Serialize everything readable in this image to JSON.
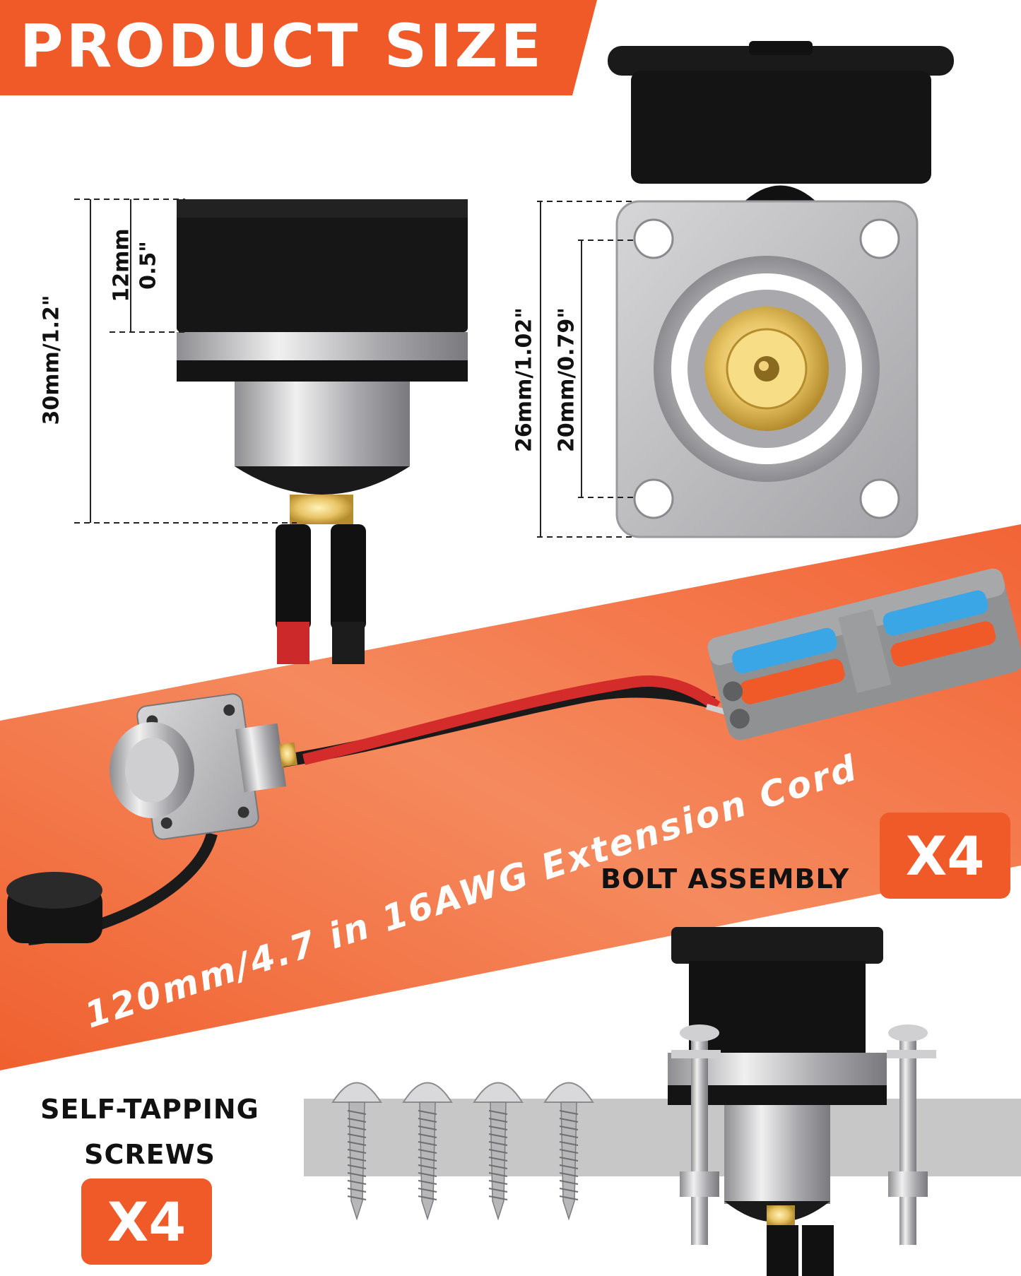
{
  "header": {
    "title": "PRODUCT SIZE"
  },
  "side_view": {
    "height_total": "30mm/1.2\"",
    "cap_height_mm": "12mm",
    "cap_height_in": "0.5\""
  },
  "front_view": {
    "flange_size": "26mm/1.02\"",
    "hole_spacing": "20mm/0.79\""
  },
  "extension_cord": {
    "label": "120mm/4.7 in 16AWG Extension Cord"
  },
  "bolt_assembly": {
    "label": "BOLT ASSEMBLY",
    "quantity": "X4"
  },
  "screws": {
    "label_line1": "SELF-TAPPING",
    "label_line2": "SCREWS",
    "quantity": "X4"
  },
  "colors": {
    "accent": "#f05a28",
    "band": "#f36a3f",
    "metal": "#b8b8bc",
    "dark": "#141414",
    "brass": "#e6c46a",
    "wire_red": "#d42b2b",
    "lever_blue": "#3aa6e6",
    "lever_orange": "#f05a28"
  }
}
